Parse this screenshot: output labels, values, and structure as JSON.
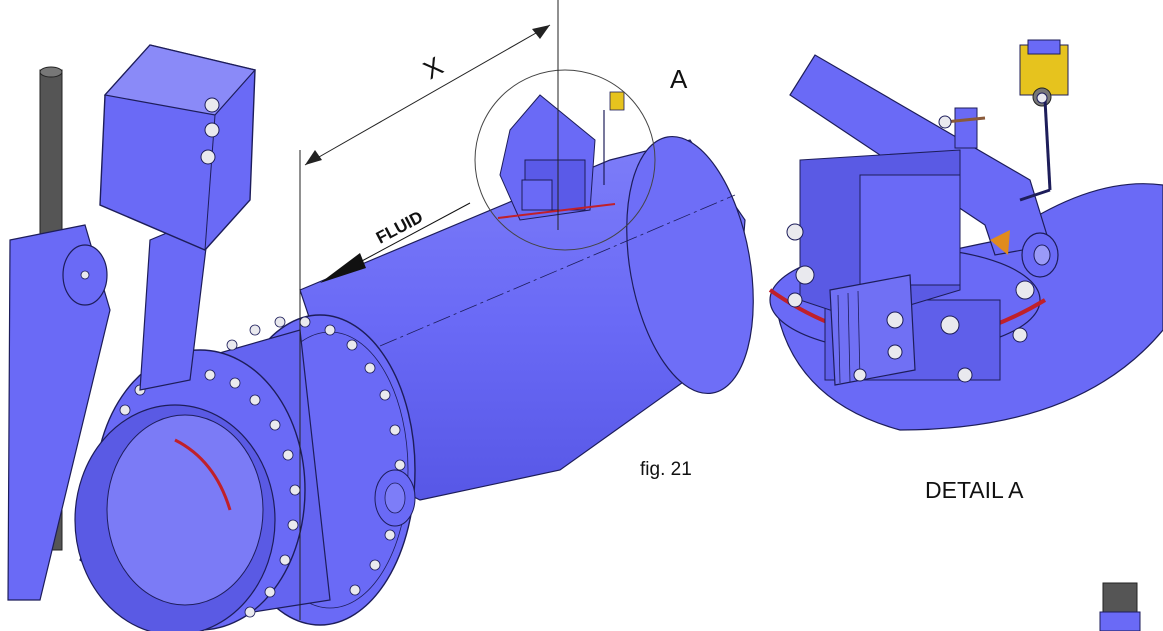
{
  "labels": {
    "dimension": "X",
    "detail_marker": "A",
    "flow": "FLUID",
    "figure": "fig. 21",
    "detail_caption": "DETAIL A"
  },
  "colors": {
    "body": "#6a6af6",
    "body_light": "#8a8af8",
    "body_dark": "#4b4bd0",
    "outline": "#1d1d5a",
    "gasket": "#c0202a",
    "shaft": "#555555",
    "switch_yellow": "#e6c31e",
    "bolt": "#e9e9ee"
  }
}
